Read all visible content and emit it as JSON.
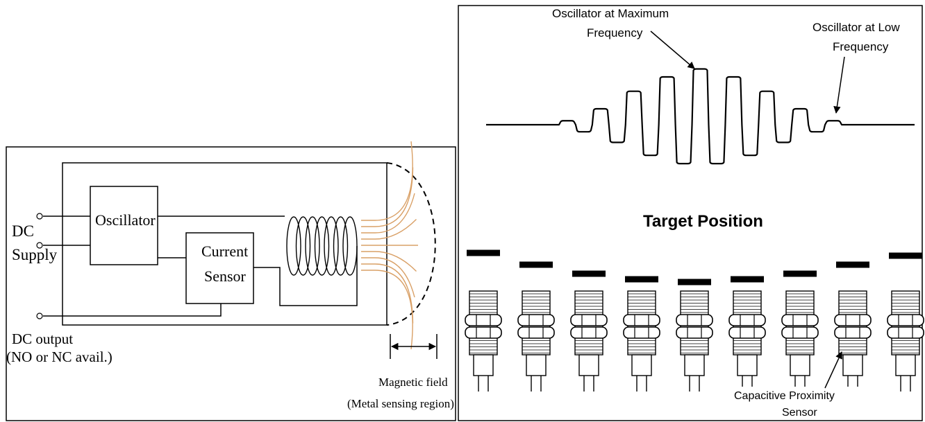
{
  "left_diagram": {
    "oscillator_label": "Oscillator",
    "current_sensor_line1": "Current",
    "current_sensor_line2": "Sensor",
    "dc_supply_line1": "DC",
    "dc_supply_line2": "Supply",
    "dc_output_line1": "DC output",
    "dc_output_line2": "(NO or NC avail.)",
    "magnetic_field_line1": "Magnetic field",
    "magnetic_field_line2": "(Metal sensing region)",
    "field_line_color": "#d9a066"
  },
  "right_diagram": {
    "osc_max_line1": "Oscillator at Maximum",
    "osc_max_line2": "Frequency",
    "osc_low_line1": "Oscillator at Low",
    "osc_low_line2": "Frequency",
    "target_position_title": "Target Position",
    "sensor_label_line1": "Capacitive Proximity",
    "sensor_label_line2": "Sensor",
    "sensor_count": 9
  }
}
